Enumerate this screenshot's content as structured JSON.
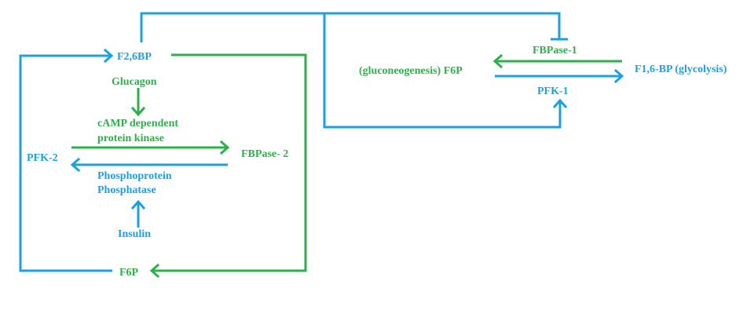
{
  "colors": {
    "blue": "#1BA1E2",
    "green": "#2DB04A"
  },
  "nodes": {
    "f26bp": "F2,6BP",
    "glucagon": "Glucagon",
    "camp_line1": "cAMP dependent",
    "camp_line2": "protein kinase",
    "pfk2": "PFK-2",
    "fbpase2": "FBPase- 2",
    "phospho_line1": "Phosphoprotein",
    "phospho_line2": "Phosphatase",
    "insulin": "Insulin",
    "f6p_bottom": "F6P",
    "gluconeogenesis_f6p": "(gluconeogenesis) F6P",
    "fbpase1": "FBPase-1",
    "f16bp": "F1,6-BP (glycolysis)",
    "pfk1": "PFK-1"
  }
}
